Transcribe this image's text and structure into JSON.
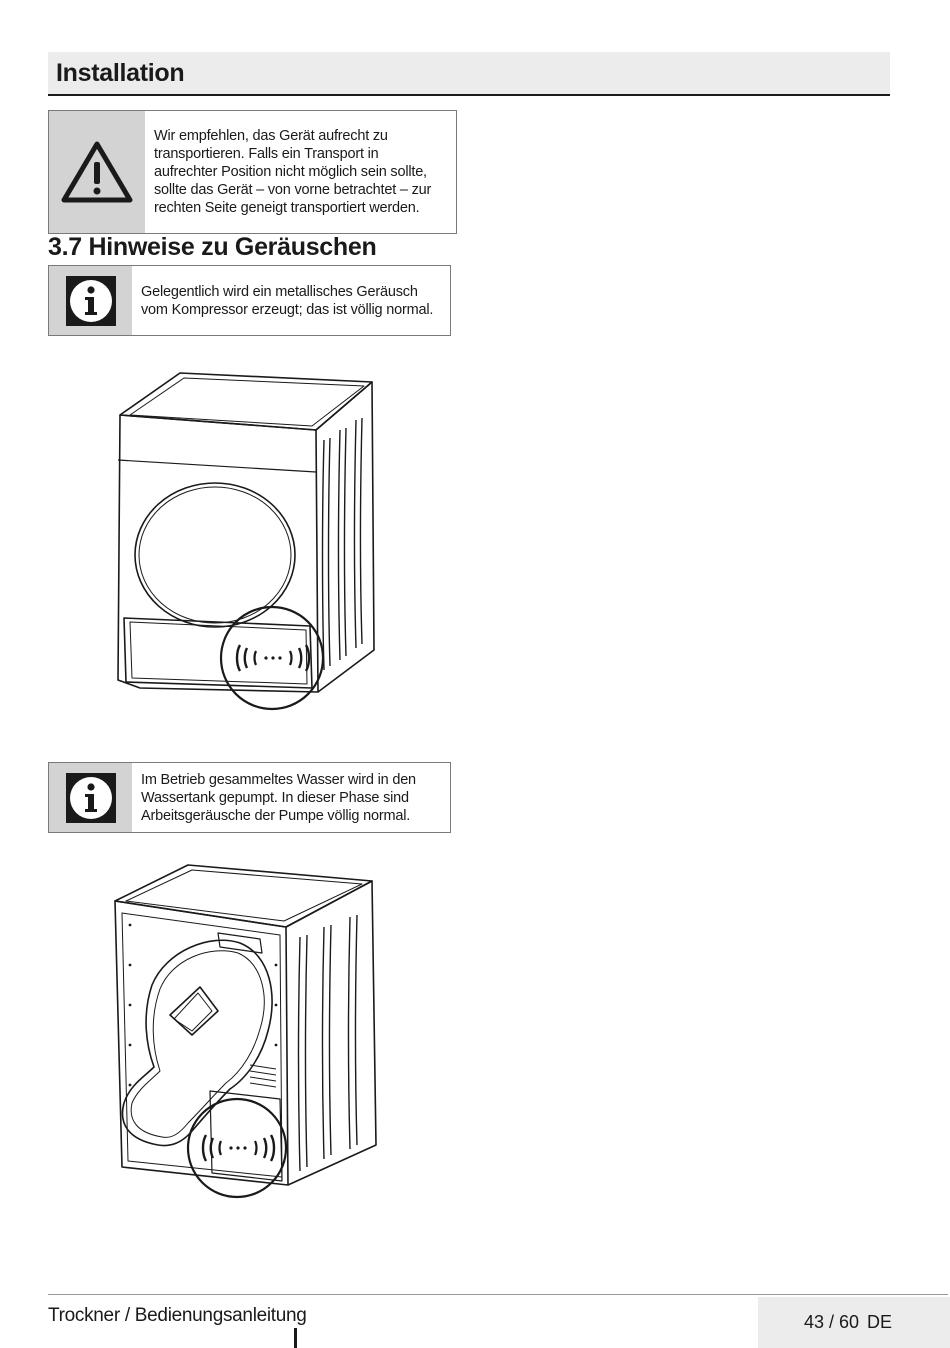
{
  "header": {
    "title": "Installation"
  },
  "warning_notice": {
    "icon": "warning-triangle-icon",
    "text": "Wir empfehlen, das Gerät aufrecht zu\ntransportieren. Falls ein Transport in\naufrechter Position nicht möglich sein sollte,\nsollte das Gerät – von vorne betrachtet – zur\nrechten Seite geneigt transportiert werden."
  },
  "section": {
    "heading": "3.7 Hinweise zu Geräuschen"
  },
  "info_notice_1": {
    "icon": "info-icon",
    "text": "Gelegentlich wird ein metallisches Geräusch\nvom Kompressor erzeugt; das ist völlig normal."
  },
  "info_notice_2": {
    "icon": "info-icon",
    "text": "Im Betrieb gesammeltes Wasser wird in den\nWassertank gepumpt. In dieser Phase sind\nArbeitsgeräusche der Pumpe völlig normal."
  },
  "footer": {
    "doc_title": "Trockner / Bedienungsanleitung",
    "page": "43 / 60",
    "language": "DE"
  }
}
